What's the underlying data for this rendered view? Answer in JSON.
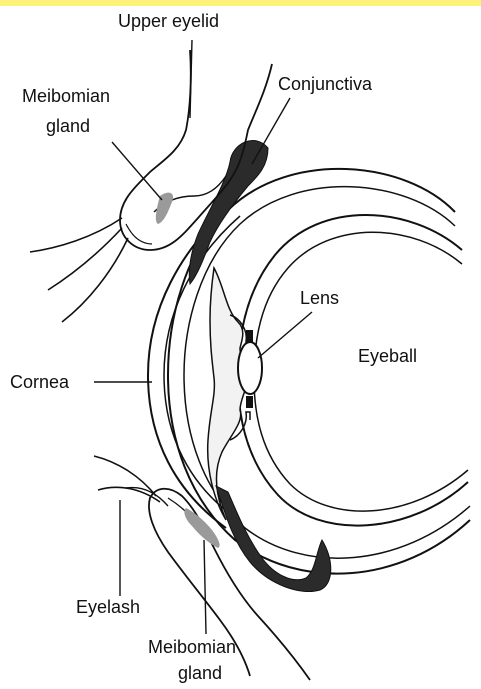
{
  "colors": {
    "top_strip": "#FFF27A",
    "ink": "#111111",
    "conjunctiva": "#2b2b2b",
    "gland": "#9a9a9a"
  },
  "labels": {
    "upper_eyelid": "Upper eyelid",
    "conjunctiva": "Conjunctiva",
    "meibomian_top_line1": "Meibomian",
    "meibomian_top_line2": "gland",
    "lens": "Lens",
    "eyeball": "Eyeball",
    "cornea": "Cornea",
    "eyelash": "Eyelash",
    "meibomian_bottom_line1": "Meibomian",
    "meibomian_bottom_line2": "gland"
  }
}
